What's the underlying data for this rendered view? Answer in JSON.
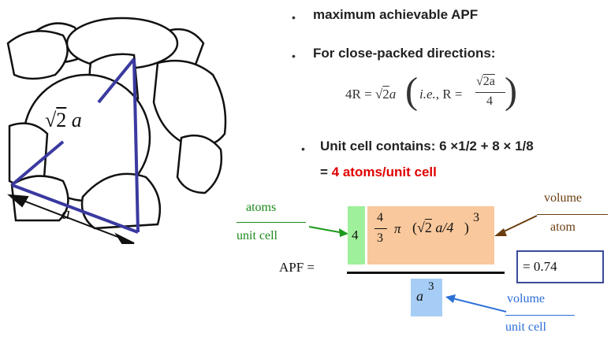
{
  "bullets": {
    "b1": "maximum achievable APF",
    "b2": "For close-packed directions:",
    "b3": "Unit cell contains: 6 ×1/2 + 8 × 1/8",
    "b4_prefix": "= ",
    "b4_highlight": "4 atoms/unit cell"
  },
  "equation": {
    "lhs": "4R = ",
    "sqrt_content": "2",
    "a": "a",
    "ie": "i.e.",
    "comma_R": ", R = ",
    "frac_num": "2a",
    "frac_den": "4"
  },
  "figure": {
    "diag_sqrt": "2",
    "diag_a": "a",
    "edge_label": "a"
  },
  "apf": {
    "label": "APF =",
    "atoms_label": "atoms",
    "unit_cell_label": "unit cell",
    "count": "4",
    "vol_num": "4",
    "vol_den": "3",
    "pi": "π",
    "sqrt_content": "2",
    "inner": "a/4",
    "exponent": "3",
    "denom_a": "a",
    "denom_exp": "3",
    "result": "= 0.74",
    "volume_label": "volume",
    "atom_label": "atom",
    "volume_label2": "volume",
    "unit_cell_label2": "unit cell"
  },
  "colors": {
    "green_box": "#9ef09a",
    "orange_box": "#f9c89c",
    "blue_box": "#a6cdf6",
    "result_border": "#3b4a9a",
    "green_arrow": "#1c9a1c",
    "brown_arrow": "#6b3e12",
    "blue_arrow": "#2b6fd6",
    "highlight_red": "#e00000",
    "cell_edges": "#3a3aa0"
  }
}
